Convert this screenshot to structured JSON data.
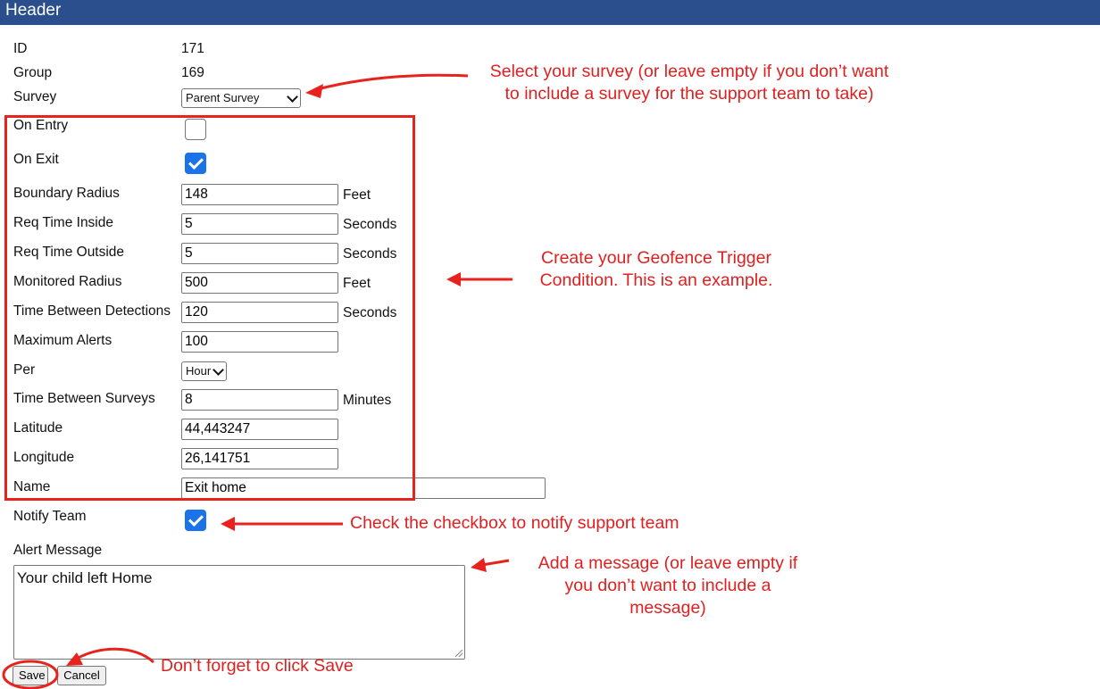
{
  "header": {
    "title": "Header"
  },
  "form": {
    "id": {
      "label": "ID",
      "value": "171"
    },
    "group": {
      "label": "Group",
      "value": "169"
    },
    "survey": {
      "label": "Survey",
      "selected": "Parent Survey"
    },
    "on_entry": {
      "label": "On Entry",
      "checked": false
    },
    "on_exit": {
      "label": "On Exit",
      "checked": true
    },
    "boundary_radius": {
      "label": "Boundary Radius",
      "value": "148",
      "unit": "Feet"
    },
    "req_time_inside": {
      "label": "Req Time Inside",
      "value": "5",
      "unit": "Seconds"
    },
    "req_time_outside": {
      "label": "Req Time Outside",
      "value": "5",
      "unit": "Seconds"
    },
    "monitored_radius": {
      "label": "Monitored Radius",
      "value": "500",
      "unit": "Feet"
    },
    "time_between_detections": {
      "label": "Time Between Detections",
      "value": "120",
      "unit": "Seconds"
    },
    "maximum_alerts": {
      "label": "Maximum Alerts",
      "value": "100"
    },
    "per": {
      "label": "Per",
      "selected": "Hour"
    },
    "time_between_surveys": {
      "label": "Time Between Surveys",
      "value": "8",
      "unit": "Minutes"
    },
    "latitude": {
      "label": "Latitude",
      "value": "44,443247"
    },
    "longitude": {
      "label": "Longitude",
      "value": "26,141751"
    },
    "name": {
      "label": "Name",
      "value": "Exit home"
    },
    "notify_team": {
      "label": "Notify Team",
      "checked": true
    },
    "alert_message": {
      "label": "Alert Message",
      "value": "Your child left Home"
    },
    "save_label": "Save",
    "cancel_label": "Cancel"
  },
  "annotations": {
    "survey_note": "Select your survey (or leave empty if you don’t want to include a survey for the support team to take)",
    "geofence_note": "Create your Geofence Trigger Condition. This is an example.",
    "notify_note": "Check the checkbox to notify support team",
    "message_note": "Add a message (or leave empty if you don’t want to include a message)",
    "save_note": "Don’t forget to click Save"
  },
  "colors": {
    "header_bg": "#2b4f8c",
    "annotation_red": "#e02020",
    "checkbox_blue": "#1a73e8"
  }
}
